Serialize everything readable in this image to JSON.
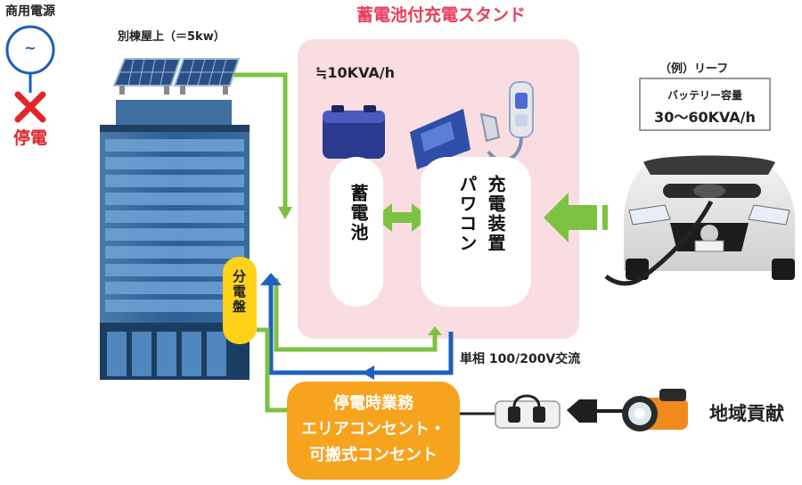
{
  "outage": {
    "commercial_power_label": "商用電源",
    "outage_label": "停電",
    "symbol": "~",
    "colors": {
      "ring": "#1a5fb4",
      "cross": "#e0262b"
    }
  },
  "building": {
    "rooftop_label": "別棟屋上（＝5kw）",
    "panel_label": "分電盤"
  },
  "station": {
    "title": "蓄電池付充電スタンド",
    "capacity": "≒10KVA/h",
    "battery_label": "蓄電池",
    "charger_label_1": "充電装置",
    "charger_label_2": "パワコン",
    "colors": {
      "background": "#f9dde0",
      "title": "#e83e5a"
    }
  },
  "vehicle": {
    "example_label": "（例）リーフ",
    "battery_capacity_label": "バッテリー容量",
    "battery_capacity_value": "30〜60KVA/h"
  },
  "flow": {
    "ac_label": "単相 100/200V交流",
    "colors": {
      "green": "#7cc242",
      "blue": "#1e5fbf"
    }
  },
  "outlet_box": {
    "line1": "停電時業務",
    "line2": "エリアコンセント・",
    "line3": "可搬式コンセント",
    "color": "#f6a31e"
  },
  "community": {
    "label": "地域貢献"
  }
}
